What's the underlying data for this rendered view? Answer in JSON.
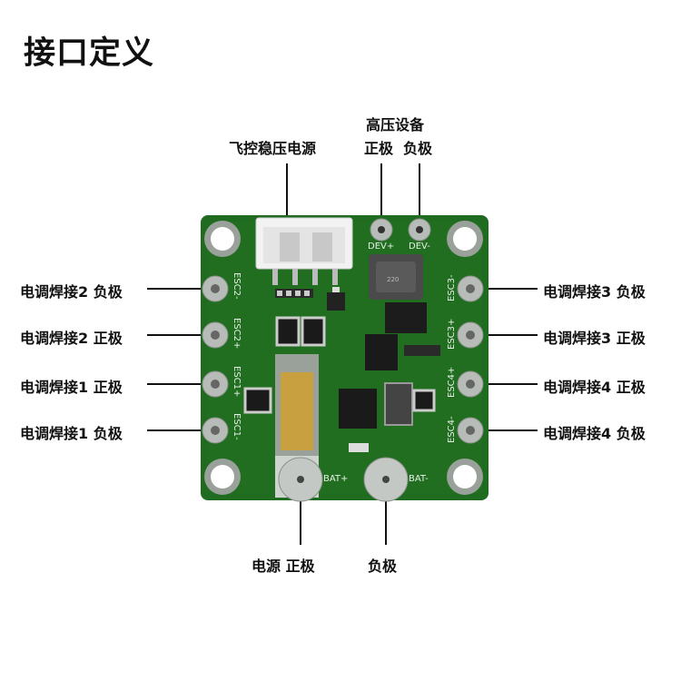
{
  "title": "接口定义",
  "labels": {
    "fc_power": "飞控稳压电源",
    "hv_line1": "高压设备",
    "hv_pos": "正极",
    "hv_neg": "负极",
    "esc2_neg": "电调焊接2 负极",
    "esc2_pos": "电调焊接2 正极",
    "esc1_pos": "电调焊接1 正极",
    "esc1_neg": "电调焊接1 负极",
    "esc3_neg": "电调焊接3 负极",
    "esc3_pos": "电调焊接3 正极",
    "esc4_pos": "电调焊接4 正极",
    "esc4_neg": "电调焊接4 负极",
    "bat_pos": "电源 正极",
    "bat_neg": "负极"
  },
  "silkscreen": {
    "dev_pos": "DEV+",
    "dev_neg": "DEV-",
    "esc2_neg": "ESC2-",
    "esc2_pos": "ESC2+",
    "esc1_pos": "ESC1+",
    "esc1_neg": "ESC1-",
    "esc3_neg": "ESC3-",
    "esc3_pos": "ESC3+",
    "esc4_pos": "ESC4+",
    "esc4_neg": "ESC4-",
    "bat_pos": "BAT+",
    "bat_neg": "BAT-"
  },
  "colors": {
    "pcb": "#1f6b1f",
    "pad": "#b8bcb8",
    "copper": "#c8a040"
  }
}
